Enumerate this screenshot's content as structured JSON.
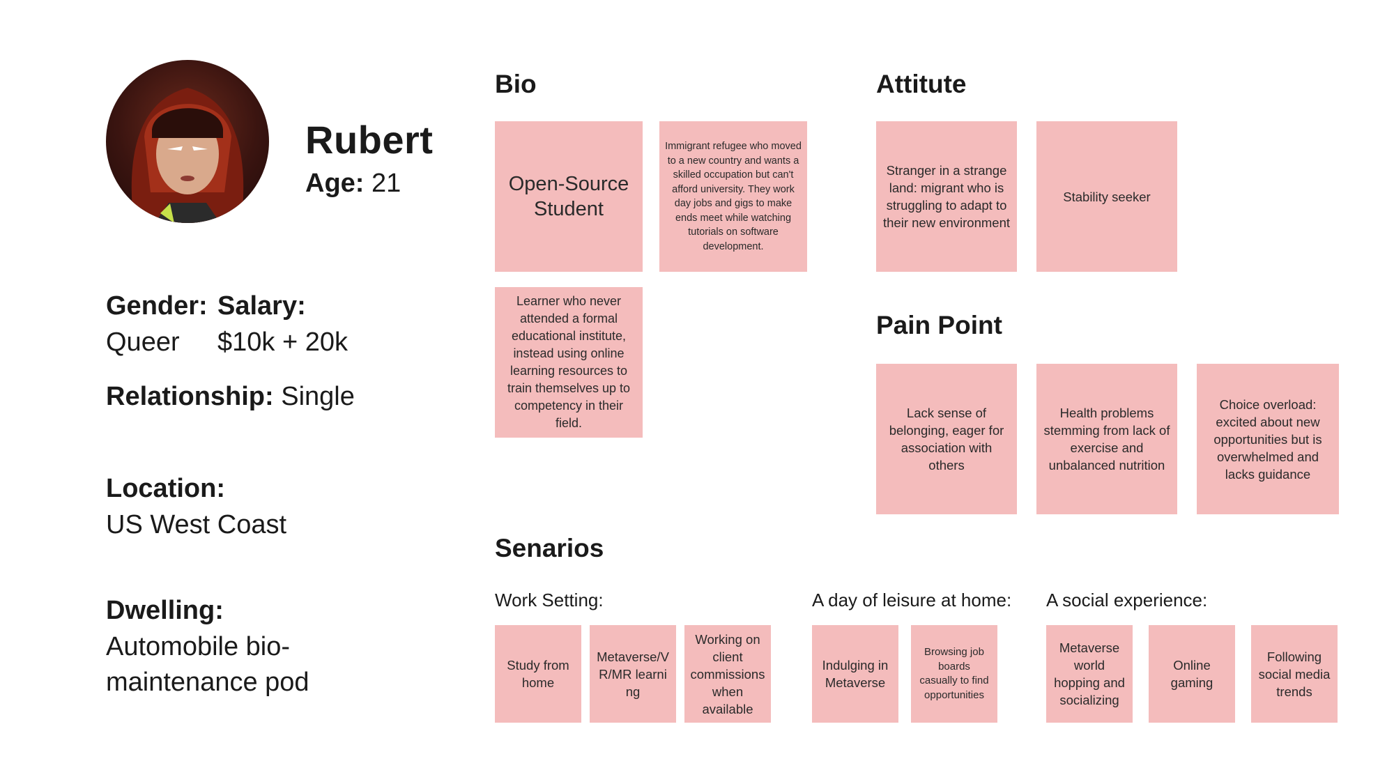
{
  "profile": {
    "name": "Rubert",
    "age_label": "Age:",
    "age_value": "21",
    "gender_label": "Gender:",
    "gender_value": "Queer",
    "salary_label": "Salary:",
    "salary_value": "$10k + 20k",
    "relationship_label": "Relationship:",
    "relationship_value": "Single",
    "location_label": "Location:",
    "location_value": "US West Coast",
    "dwelling_label": "Dwelling:",
    "dwelling_value_line1": "Automobile bio-",
    "dwelling_value_line2": "maintenance pod"
  },
  "bio": {
    "title": "Bio",
    "notes": [
      "Open-Source Student",
      "Immigrant refugee who moved to a new country and wants a skilled occupation but can't afford university. They work day jobs and gigs to make ends meet while watching tutorials on software development.",
      "Learner who never attended a formal educational institute, instead using online learning resources to train themselves up to competency in their field."
    ]
  },
  "attitude": {
    "title": "Attitute",
    "notes": [
      "Stranger in a strange land: migrant who is struggling to adapt to their new environment",
      "Stability seeker"
    ]
  },
  "pain_point": {
    "title": "Pain Point",
    "notes": [
      "Lack sense of belonging, eager for association with others",
      "Health problems stemming from lack of exercise and unbalanced nutrition",
      "Choice overload: excited about new opportunities but is overwhelmed and lacks guidance"
    ]
  },
  "scenarios": {
    "title": "Senarios",
    "groups": [
      {
        "label": "Work Setting:",
        "notes": [
          "Study from home",
          "Metaverse/VR/MR learning",
          "Working on client commissions when available"
        ]
      },
      {
        "label": "A day of leisure at home:",
        "notes": [
          "Indulging in Metaverse",
          "Browsing job boards casually to find opportunities"
        ]
      },
      {
        "label": "A social experience:",
        "notes": [
          "Metaverse world hopping and socializing",
          "Online gaming",
          "Following social media trends"
        ]
      }
    ]
  },
  "colors": {
    "note": "#f4bcbc",
    "text": "#1a1a1a"
  }
}
